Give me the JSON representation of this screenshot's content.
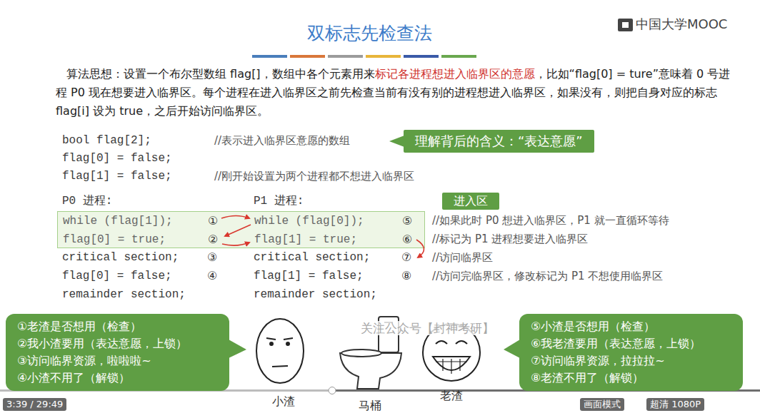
{
  "diagram": {
    "title": "双标志先检查法",
    "nodes": [
      {
        "text": [
          "理解背后的含义：“表达意愿”"
        ]
      },
      {
        "text": [
          "进入区"
        ]
      },
      {
        "text": [
          "while (flag[1]);",
          "①",
          "flag[0] = true;",
          "②",
          "while (flag[0]);",
          "⑤",
          "flag[1] = true;",
          "⑥"
        ]
      },
      {
        "text": [
          "①老渣是否想用（检查）",
          "②我小渣要用（表达意愿，上锁）",
          "③访问临界资源，啦啦啦~",
          "④小渣不用了（解锁）"
        ]
      },
      {
        "text": [
          "⑤小渣是否想用（检查）",
          "⑥我老渣要用（表达意愿，上锁）",
          "⑦访问临界资源，拉拉拉~",
          "⑧老渣不用了（解锁）"
        ]
      }
    ],
    "labels": [
      "中国大学MOOC",
      "算法思想：设置一个布尔型数组 flag[]，数组中各个元素用来",
      "标记各进程想进入临界区的意愿",
      "，比如“flag[0] = ture”意味着 0 号进程 P0 现在想要进入临界区。每个进程在进入临界区之前先检查当前有没有别的进程想进入临界区，如果没有，则把自身对应的标志 flag[i] 设为 true，之后开始访问临界区。",
      "bool flag[2];",
      "//表示进入临界区意愿的数组",
      "flag[0] = false;",
      "flag[1] = false;",
      "//刚开始设置为两个进程都不想进入临界区",
      "P0 进程:",
      "P1 进程:",
      "//如果此时 P0 想进入临界区，P1 就一直循环等待",
      "//标记为 P1 进程想要进入临界区",
      "critical section;",
      "③",
      "critical section;",
      "⑦",
      "//访问临界区",
      "flag[0] = false;",
      "④",
      "flag[1] = false;",
      "⑧",
      "//访问完临界区，修改标记为 P1 不想使用临界区",
      "remainder section;",
      "remainder section;",
      "小渣",
      "马桶",
      "老渣",
      "关注公众号【封神考研】",
      "3:39 / 29:49",
      "画面模式",
      "超清 1080P"
    ]
  }
}
